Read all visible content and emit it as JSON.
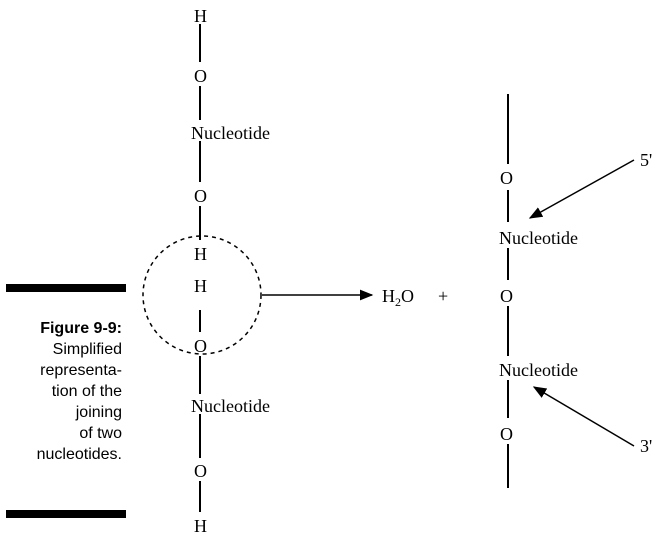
{
  "figure": {
    "label": "Figure 9-9:",
    "caption": "Simplified\nrepresenta-\ntion of the\njoining\nof two\nnucleotides."
  },
  "left_chain": {
    "top_h": "H",
    "top_o": "O",
    "top_nucleotide": "Nucleotide",
    "mid_o_upper": "O",
    "circled_h_upper": "H",
    "circled_h_lower": "H",
    "circled_o": "O",
    "bottom_nucleotide": "Nucleotide",
    "bottom_o": "O",
    "bottom_h": "H"
  },
  "product": {
    "water_h": "H",
    "water_sub": "2",
    "water_o": "O",
    "plus": "+"
  },
  "right_chain": {
    "o1": "O",
    "nucleotide1": "Nucleotide",
    "o2": "O",
    "nucleotide2": "Nucleotide",
    "o3": "O",
    "label_5prime": "5'",
    "label_3prime": "3'"
  }
}
